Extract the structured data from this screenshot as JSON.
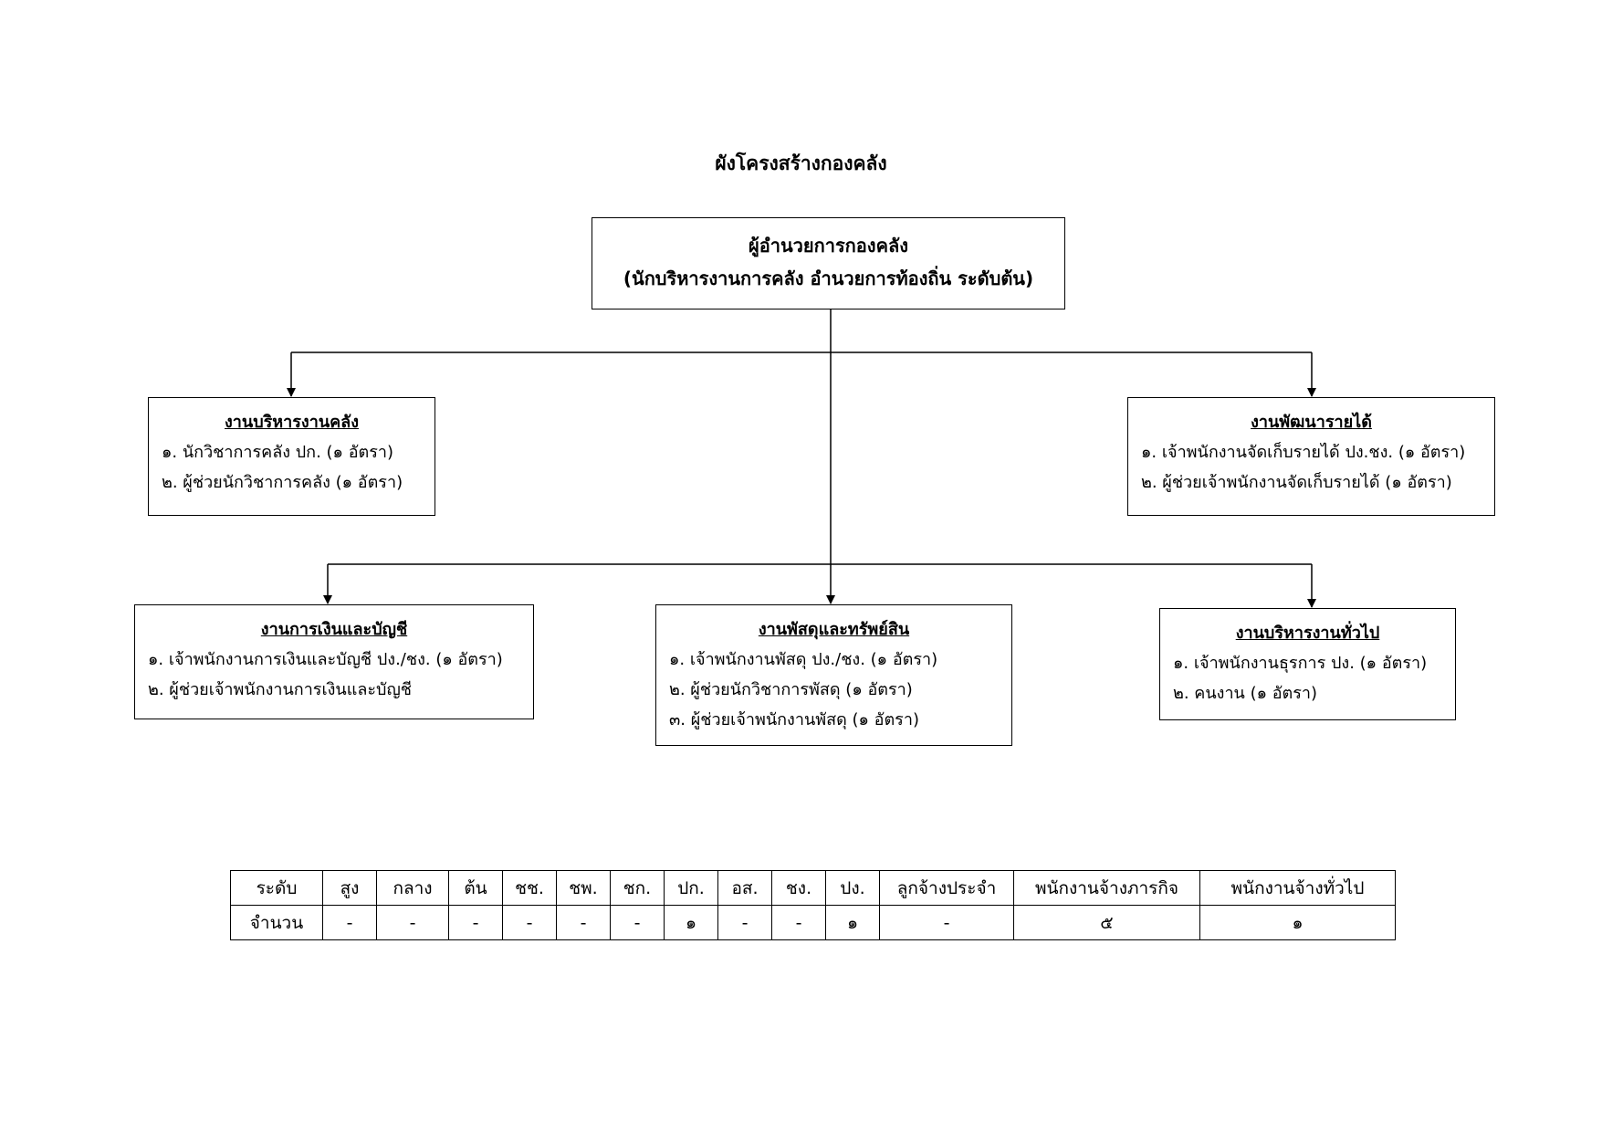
{
  "title": "ผังโครงสร้างกองคลัง",
  "head_box": {
    "line1": "ผู้อำนวยการกองคลัง",
    "line2": "(นักบริหารงานการคลัง อำนวยการท้องถิ่น ระดับต้น)"
  },
  "units": [
    {
      "heading": "งานบริหารงานคลัง",
      "items": [
        "๑. นักวิชาการคลัง ปก. (๑ อัตรา)",
        "๒. ผู้ช่วยนักวิชาการคลัง (๑ อัตรา)"
      ]
    },
    {
      "heading": "งานพัฒนารายได้",
      "items": [
        "๑. เจ้าพนักงานจัดเก็บรายได้ ปง.ชง. (๑ อัตรา)",
        "๒. ผู้ช่วยเจ้าพนักงานจัดเก็บรายได้ (๑ อัตรา)"
      ]
    },
    {
      "heading": "งานการเงินและบัญชี",
      "items": [
        "๑. เจ้าพนักงานการเงินและบัญชี ปง./ชง. (๑ อัตรา)",
        "๒. ผู้ช่วยเจ้าพนักงานการเงินและบัญชี"
      ]
    },
    {
      "heading": "งานพัสดุและทรัพย์สิน",
      "items": [
        "๑. เจ้าพนักงานพัสดุ ปง./ชง. (๑ อัตรา)",
        "๒. ผู้ช่วยนักวิชาการพัสดุ (๑ อัตรา)",
        "๓. ผู้ช่วยเจ้าพนักงานพัสดุ (๑ อัตรา)"
      ]
    },
    {
      "heading": "งานบริหารงานทั่วไป",
      "items": [
        "๑. เจ้าพนักงานธุรการ ปง. (๑ อัตรา)",
        "๒. คนงาน (๑ อัตรา)"
      ]
    }
  ],
  "summary_table": {
    "row_labels": [
      "ระดับ",
      "จำนวน"
    ],
    "levels": [
      "สูง",
      "กลาง",
      "ต้น",
      "ชช.",
      "ชพ.",
      "ชก.",
      "ปก.",
      "อส.",
      "ชง.",
      "ปง.",
      "ลูกจ้างประจำ",
      "พนักงานจ้างภารกิจ",
      "พนักงานจ้างทั่วไป"
    ],
    "counts": [
      "-",
      "-",
      "-",
      "-",
      "-",
      "-",
      "๑",
      "-",
      "-",
      "๑",
      "-",
      "๕",
      "๑"
    ]
  }
}
